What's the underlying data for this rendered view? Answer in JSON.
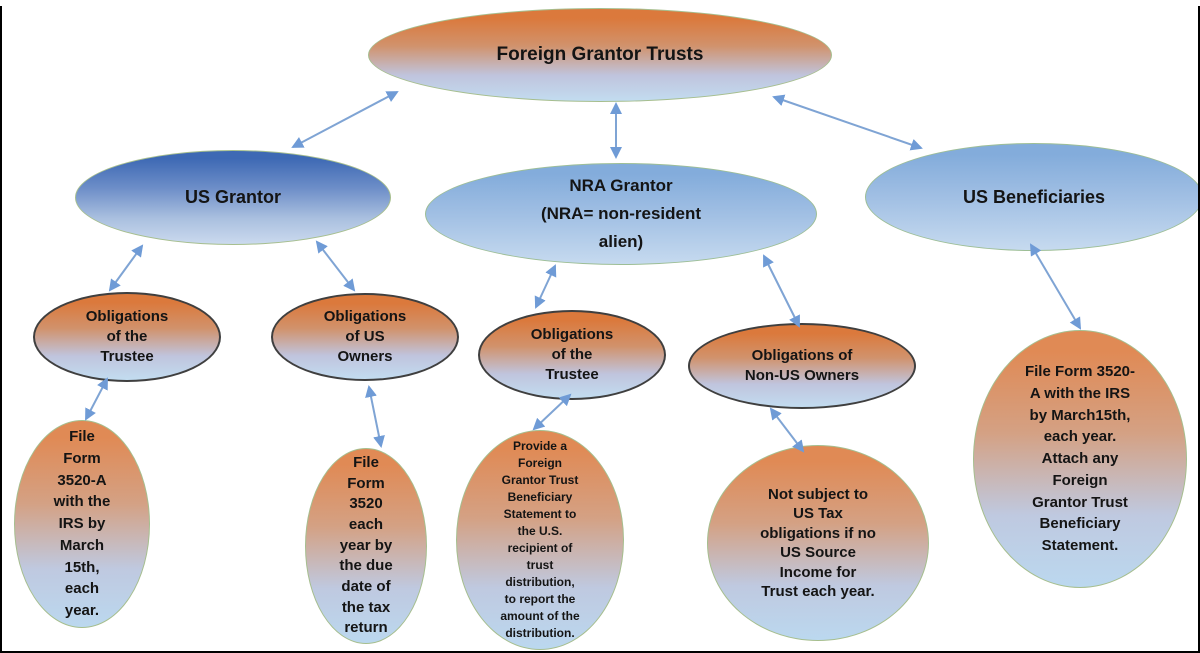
{
  "diagram": {
    "title_node": "Foreign Grantor Trusts",
    "nodes": {
      "foreign": {
        "label": "Foreign Grantor Trusts"
      },
      "us_grantor": {
        "label": "US Grantor"
      },
      "nra_grantor": {
        "label": "NRA Grantor\n(NRA= non-resident\nalien)"
      },
      "us_beneficiaries": {
        "label": "US Beneficiaries"
      },
      "obligations_trustee_us": {
        "label": "Obligations\nof the\nTrustee"
      },
      "obligations_us_owners": {
        "label": "Obligations\nof US\nOwners"
      },
      "obligations_trustee_nra": {
        "label": "Obligations\nof the\nTrustee"
      },
      "obligations_non_us_owners": {
        "label": "Obligations of\nNon-US Owners"
      },
      "file_form_3520a": {
        "label": "File\nForm\n3520-A\nwith the\nIRS by\nMarch\n15th,\neach\nyear."
      },
      "file_form_3520": {
        "label": "File\nForm\n3520\neach\nyear by\nthe due\ndate of\nthe tax\nreturn"
      },
      "provide_statement": {
        "label": "Provide a\nForeign\nGrantor Trust\nBeneficiary\nStatement to\nthe U.S.\nrecipient of\ntrust\ndistribution,\nto report the\namount of the\ndistribution."
      },
      "not_subject": {
        "label": "Not subject to\nUS Tax\nobligations if no\nUS Source\nIncome for\nTrust each year."
      },
      "beneficiaries_file": {
        "label": "File Form 3520-\nA with the IRS\nby March15th,\neach year.\nAttach any\nForeign\nGrantor Trust\nBeneficiary\nStatement."
      }
    },
    "edges": [
      {
        "from": "foreign",
        "to": "us_grantor",
        "style": "double-arrow"
      },
      {
        "from": "foreign",
        "to": "nra_grantor",
        "style": "double-arrow"
      },
      {
        "from": "foreign",
        "to": "us_beneficiaries",
        "style": "double-arrow"
      },
      {
        "from": "us_grantor",
        "to": "obligations_trustee_us",
        "style": "double-arrow"
      },
      {
        "from": "us_grantor",
        "to": "obligations_us_owners",
        "style": "double-arrow"
      },
      {
        "from": "nra_grantor",
        "to": "obligations_trustee_nra",
        "style": "double-arrow"
      },
      {
        "from": "nra_grantor",
        "to": "obligations_non_us_owners",
        "style": "double-arrow"
      },
      {
        "from": "us_beneficiaries",
        "to": "beneficiaries_file",
        "style": "double-arrow"
      },
      {
        "from": "obligations_trustee_us",
        "to": "file_form_3520a",
        "style": "double-arrow"
      },
      {
        "from": "obligations_us_owners",
        "to": "file_form_3520",
        "style": "double-arrow"
      },
      {
        "from": "obligations_trustee_nra",
        "to": "provide_statement",
        "style": "double-arrow"
      },
      {
        "from": "obligations_non_us_owners",
        "to": "not_subject",
        "style": "double-arrow"
      }
    ],
    "colors": {
      "arrow": "#7FA4D4",
      "arrowhead": "#6F9BD6",
      "gradient_orange_top": "#DB793C",
      "gradient_blue_bottom": "#C2DCF0",
      "us_grantor_blue_top": "#3E69B4",
      "light_blue_top": "#83ACDB",
      "ellipse_border_green": "#A6BE8E",
      "ellipse_border_dark": "#3F3F3F",
      "text": "#141414",
      "page_border": "#000000"
    }
  }
}
